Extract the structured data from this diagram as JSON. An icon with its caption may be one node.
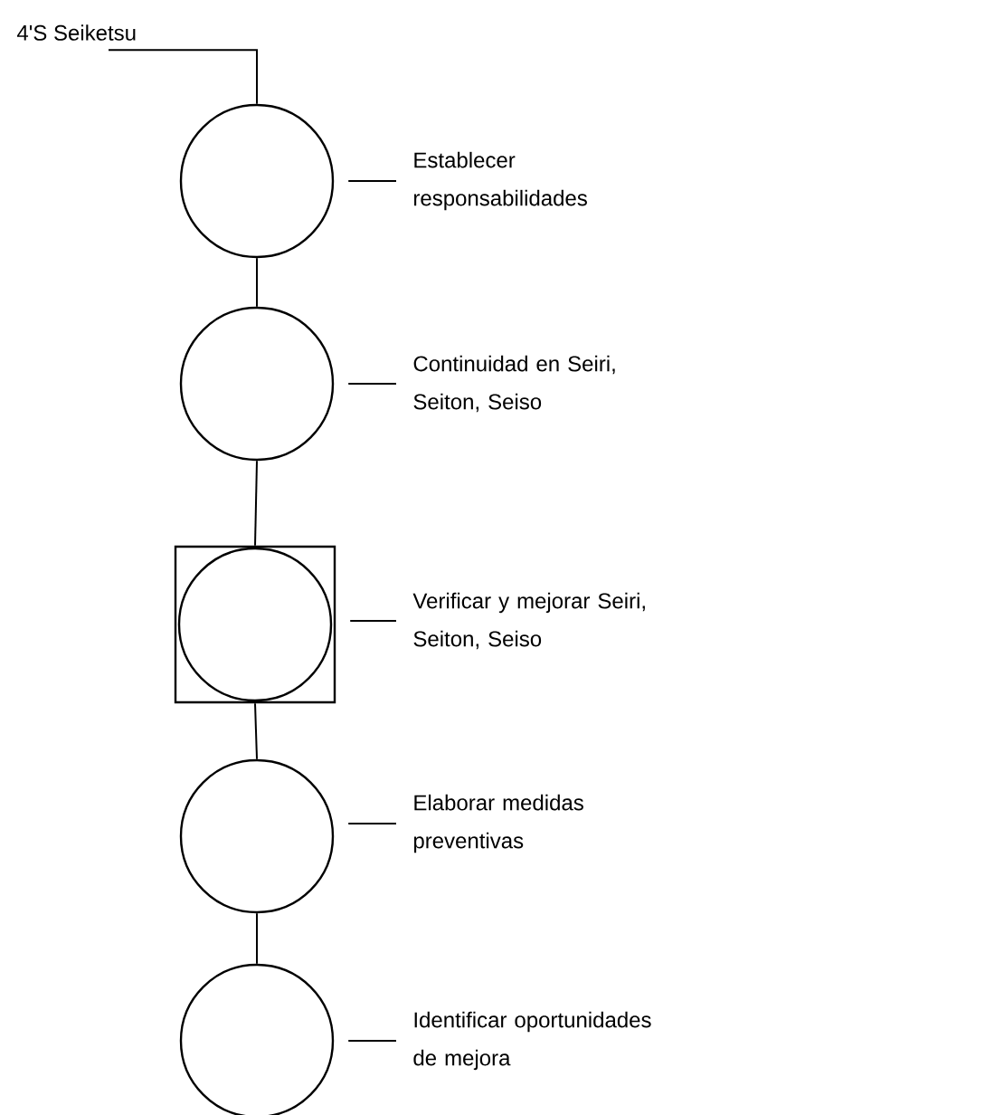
{
  "diagram": {
    "nodes": [
      {
        "text": [
          "4'S Seiketsu"
        ]
      },
      {
        "text": [],
        "shape": "circle"
      },
      {
        "text": [
          "Establecer responsabilidades"
        ]
      },
      {
        "text": [],
        "shape": "circle"
      },
      {
        "text": [
          "Continuidad en Seiri, Seiton, Seiso"
        ]
      },
      {
        "text": [],
        "shape": "box"
      },
      {
        "text": [],
        "shape": "circle",
        "in": 5
      },
      {
        "text": [
          "Verificar y mejorar Seiri, Seiton, Seiso"
        ]
      },
      {
        "text": [],
        "shape": "circle"
      },
      {
        "text": [
          "Elaborar medidas preventivas"
        ]
      },
      {
        "text": [],
        "shape": "circle"
      },
      {
        "text": [
          "Identificar oportunidades de mejora"
        ]
      }
    ],
    "edges": [
      {
        "from": 0,
        "to": 1,
        "arrow": "none"
      },
      {
        "from": 1,
        "to": 3,
        "arrow": "none"
      },
      {
        "from": 3,
        "to": 5,
        "arrow": "none"
      },
      {
        "from": 5,
        "to": 8,
        "arrow": "none"
      },
      {
        "from": 8,
        "to": 10,
        "arrow": "none"
      },
      {
        "from": 2,
        "to": 1,
        "arrow": "none"
      },
      {
        "from": 4,
        "to": 3,
        "arrow": "none"
      },
      {
        "from": 7,
        "to": 5,
        "arrow": "none"
      },
      {
        "from": 9,
        "to": 8,
        "arrow": "none"
      },
      {
        "from": 11,
        "to": 10,
        "arrow": "none"
      }
    ]
  }
}
